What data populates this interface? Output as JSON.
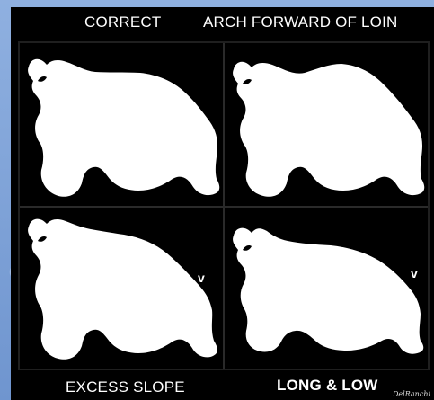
{
  "labels": {
    "top_left": "CORRECT",
    "top_right": "ARCH FORWARD OF LOIN",
    "bottom_left": "EXCESS SLOPE",
    "bottom_right": "LONG & LOW"
  },
  "markers": {
    "arrow_glyph": "v"
  },
  "signature_text": "DelRanchi",
  "colors": {
    "background": "#7fa3d8",
    "frame": "#000000",
    "silhouette": "#ffffff"
  }
}
